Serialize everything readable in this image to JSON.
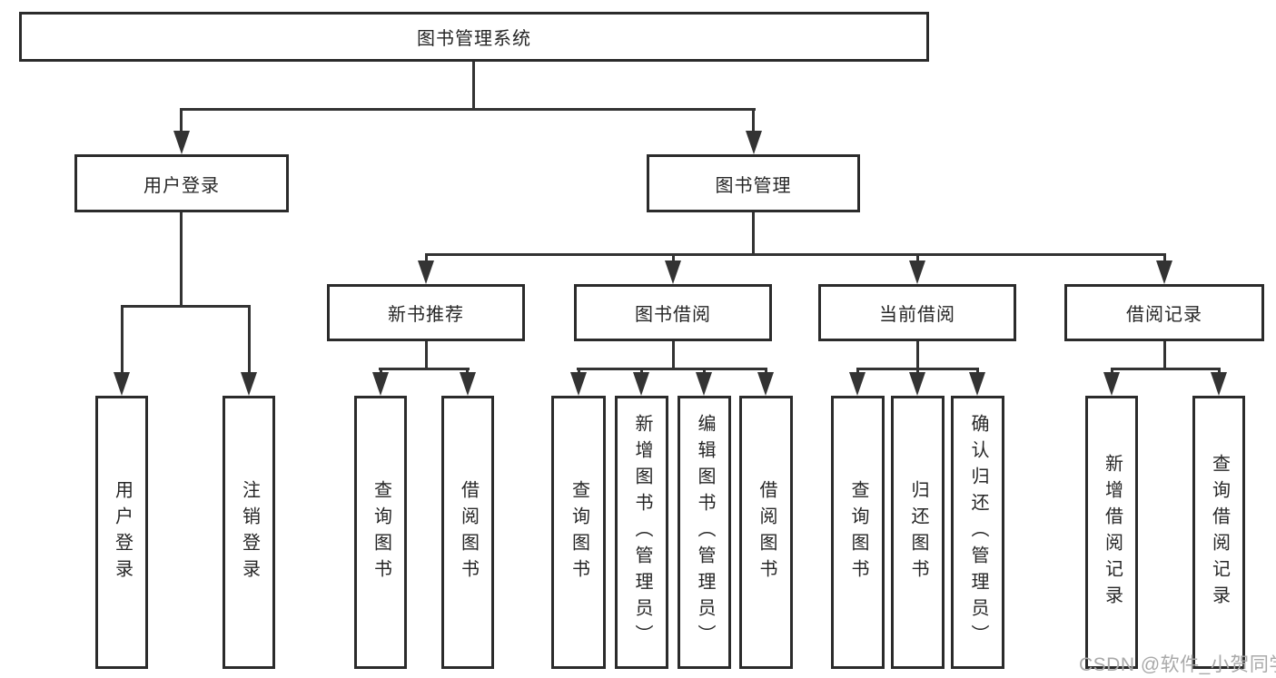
{
  "tree": {
    "root": {
      "label": "图书管理系统"
    },
    "branches": [
      {
        "label": "用户登录",
        "children": [
          {
            "label": "用户登录"
          },
          {
            "label": "注销登录"
          }
        ]
      },
      {
        "label": "图书管理",
        "groups": [
          {
            "label": "新书推荐",
            "children": [
              {
                "label": "查询图书"
              },
              {
                "label": "借阅图书"
              }
            ]
          },
          {
            "label": "图书借阅",
            "children": [
              {
                "label": "查询图书"
              },
              {
                "label": "新增图书（管理员）"
              },
              {
                "label": "编辑图书（管理员）"
              },
              {
                "label": "借阅图书"
              }
            ]
          },
          {
            "label": "当前借阅",
            "children": [
              {
                "label": "查询图书"
              },
              {
                "label": "归还图书"
              },
              {
                "label": "确认归还（管理员）"
              }
            ]
          },
          {
            "label": "借阅记录",
            "children": [
              {
                "label": "新增借阅记录"
              },
              {
                "label": "查询借阅记录"
              }
            ]
          }
        ]
      }
    ]
  },
  "watermark": {
    "text": "CSDN @软件_小贺同学"
  },
  "colors": {
    "line": "#333333",
    "box_border": "#2b2b2b",
    "text": "#262626",
    "watermark": "#a9a9a9",
    "background": "#ffffff"
  }
}
